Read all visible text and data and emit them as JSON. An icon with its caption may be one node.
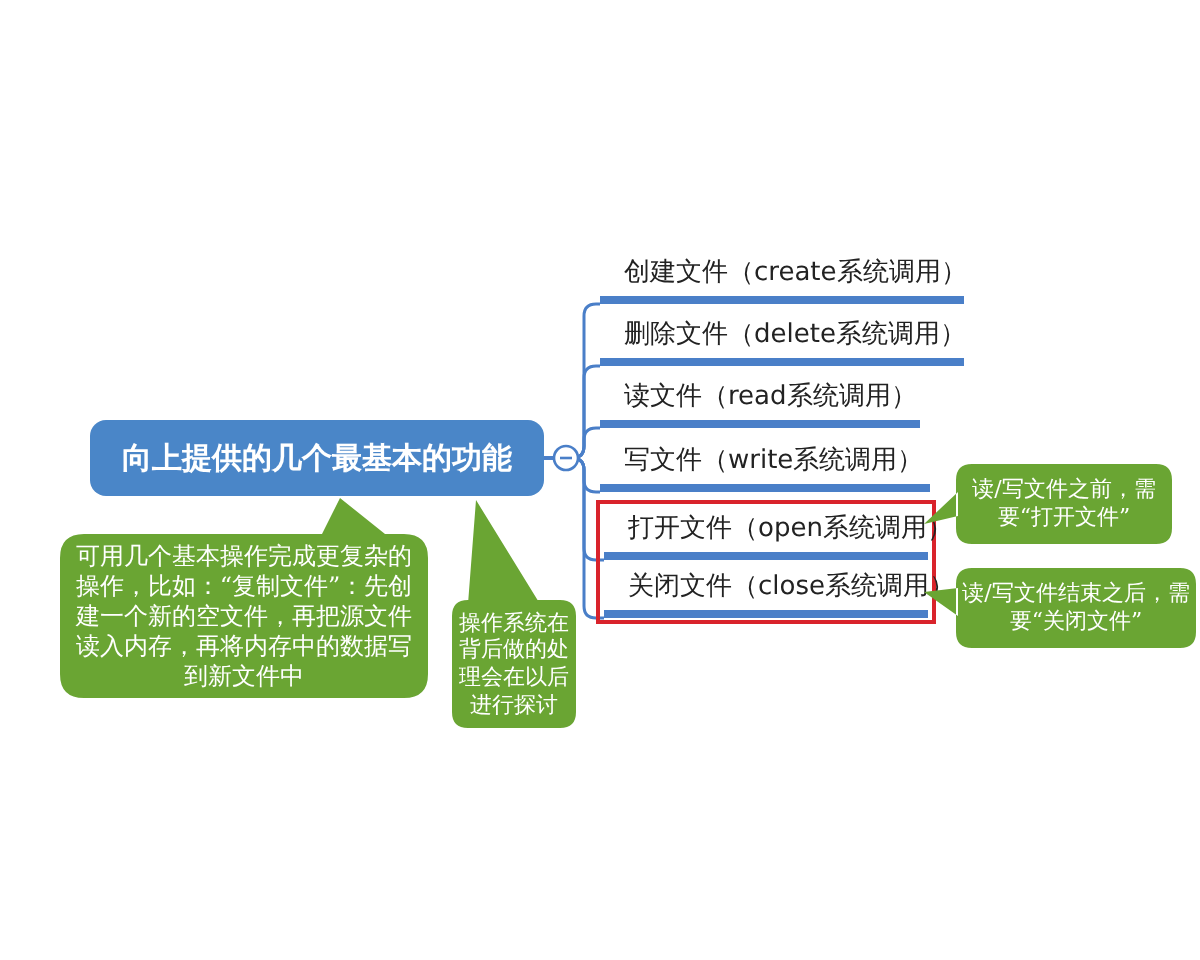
{
  "diagram": {
    "nodes": [
      {
        "text": [
          "向上提供的几个最基本的功能"
        ]
      },
      {
        "text": [
          "创建文件（create系统调用）"
        ]
      },
      {
        "text": [
          "删除文件（delete系统调用）"
        ]
      },
      {
        "text": [
          "读文件（read系统调用）"
        ]
      },
      {
        "text": [
          "写文件（write系统调用）"
        ]
      },
      {
        "text": [],
        "shape": "box"
      },
      {
        "text": [
          "打开文件（open系统调用）"
        ],
        "in": 5
      },
      {
        "text": [
          "关闭文件（close系统调用）"
        ],
        "in": 5
      },
      {
        "text": [
          "读/写文件之前，需要“打开文件”"
        ]
      },
      {
        "text": [
          "读/写文件结束之后，需要“关闭文件”"
        ]
      },
      {
        "text": [
          "可用几个基本操作完成更复杂的操作，比如：“复制文件”：先创建一个新的空文件，再把源文件读入内存，再将内存中的数据写到新文件中"
        ]
      },
      {
        "text": [
          "操作系统在背后做的处理会在以后进行探讨"
        ]
      }
    ],
    "edges": [
      {
        "from": 0,
        "to": 1,
        "arrow": "none"
      },
      {
        "from": 0,
        "to": 2,
        "arrow": "none"
      },
      {
        "from": 0,
        "to": 3,
        "arrow": "none"
      },
      {
        "from": 0,
        "to": 4,
        "arrow": "none"
      },
      {
        "from": 0,
        "to": 6,
        "arrow": "none"
      },
      {
        "from": 0,
        "to": 7,
        "arrow": "none"
      }
    ]
  }
}
